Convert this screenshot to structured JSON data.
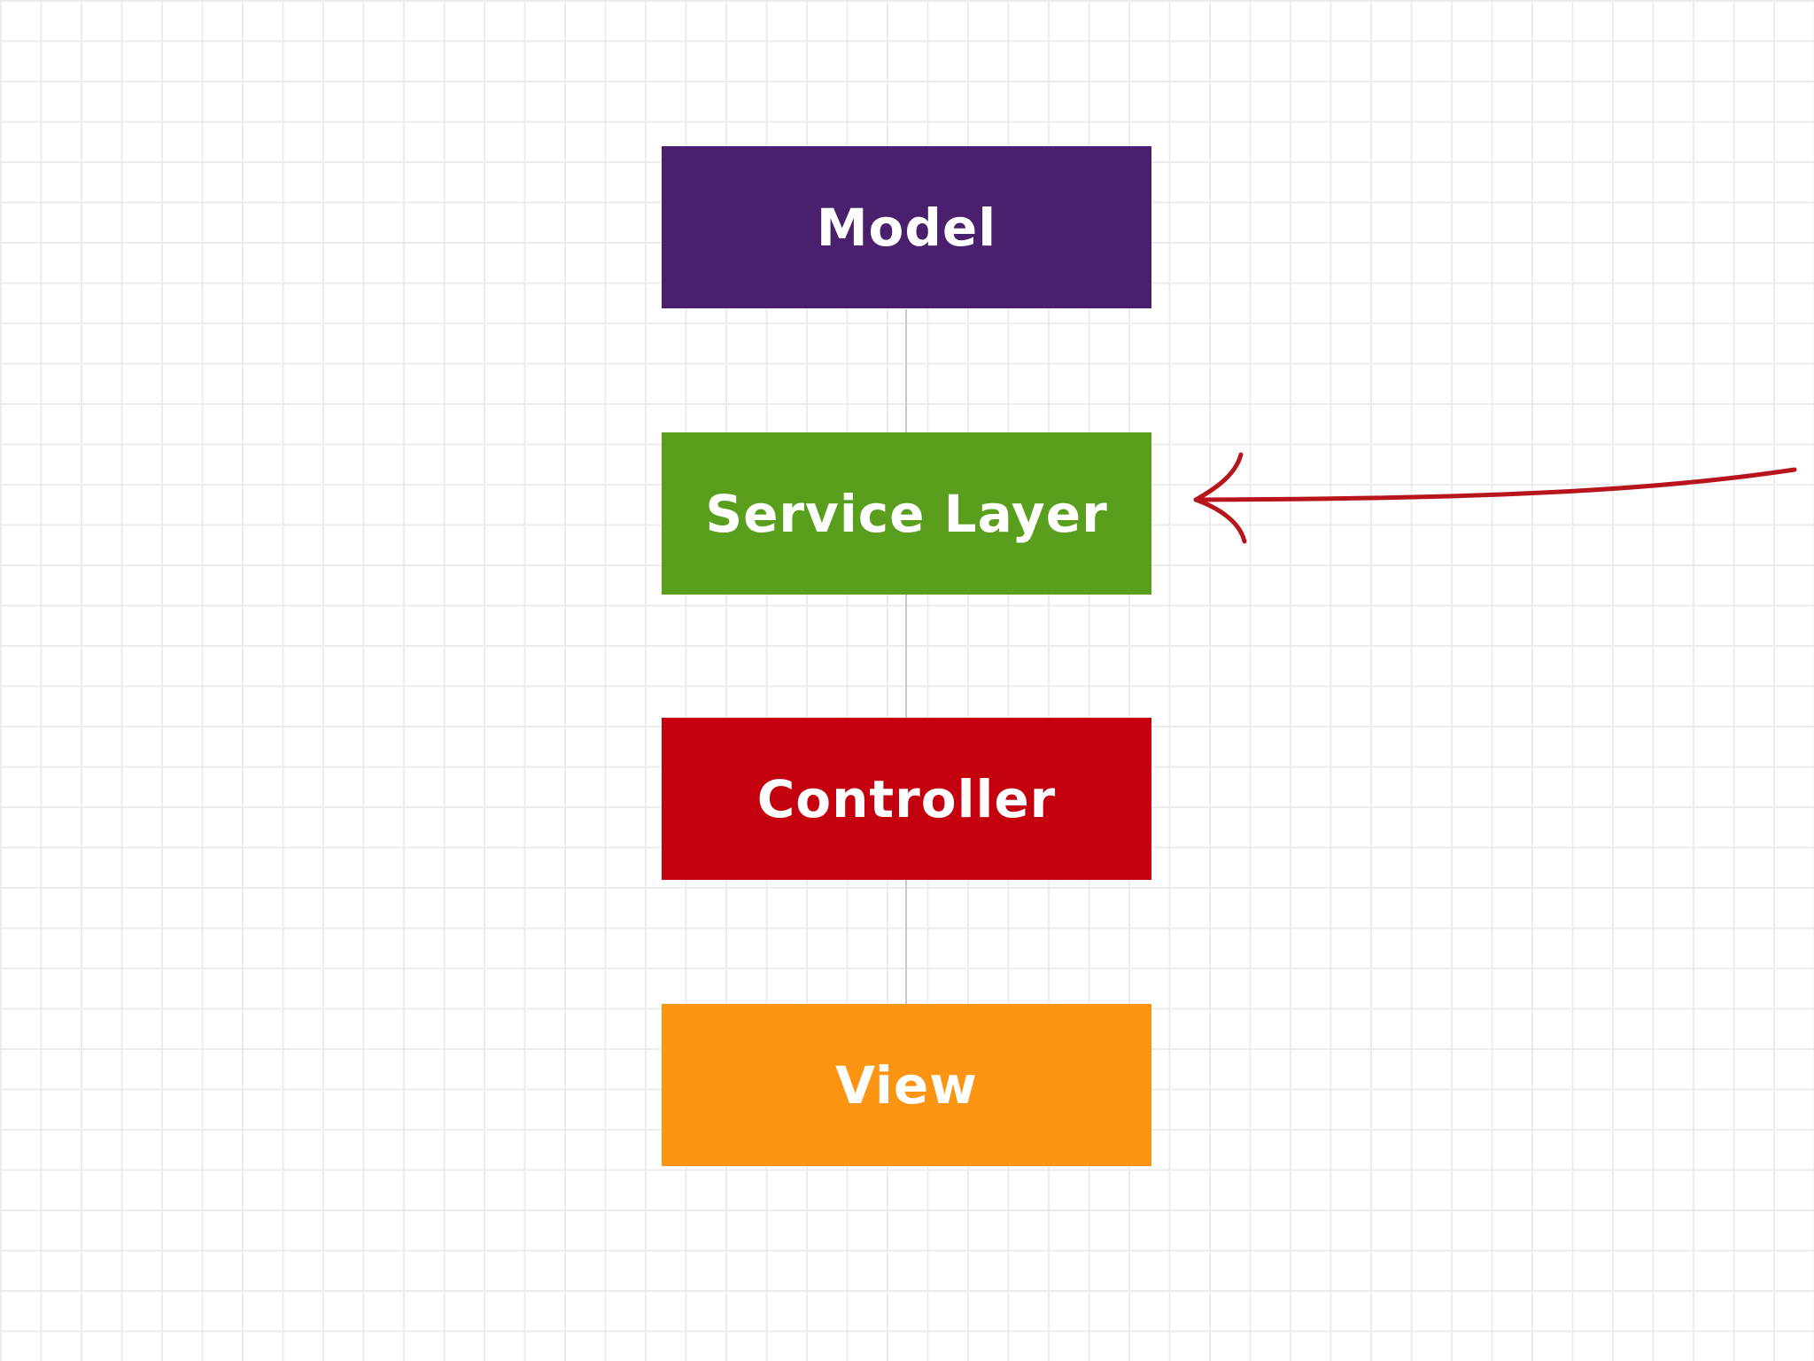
{
  "diagram": {
    "layers": [
      {
        "id": "model",
        "label": "Model",
        "color": "#4a1f6e"
      },
      {
        "id": "service",
        "label": "Service Layer",
        "color": "#5a9e1e"
      },
      {
        "id": "controller",
        "label": "Controller",
        "color": "#c4000e"
      },
      {
        "id": "view",
        "label": "View",
        "color": "#fb9511"
      }
    ],
    "connector_color": "#c8c8c8",
    "annotation": {
      "type": "hand-drawn-arrow",
      "points_to": "Service Layer",
      "color": "#b8141c"
    },
    "background": {
      "pattern": "grid",
      "color": "#ffffff",
      "line_color": "#ececec"
    }
  }
}
